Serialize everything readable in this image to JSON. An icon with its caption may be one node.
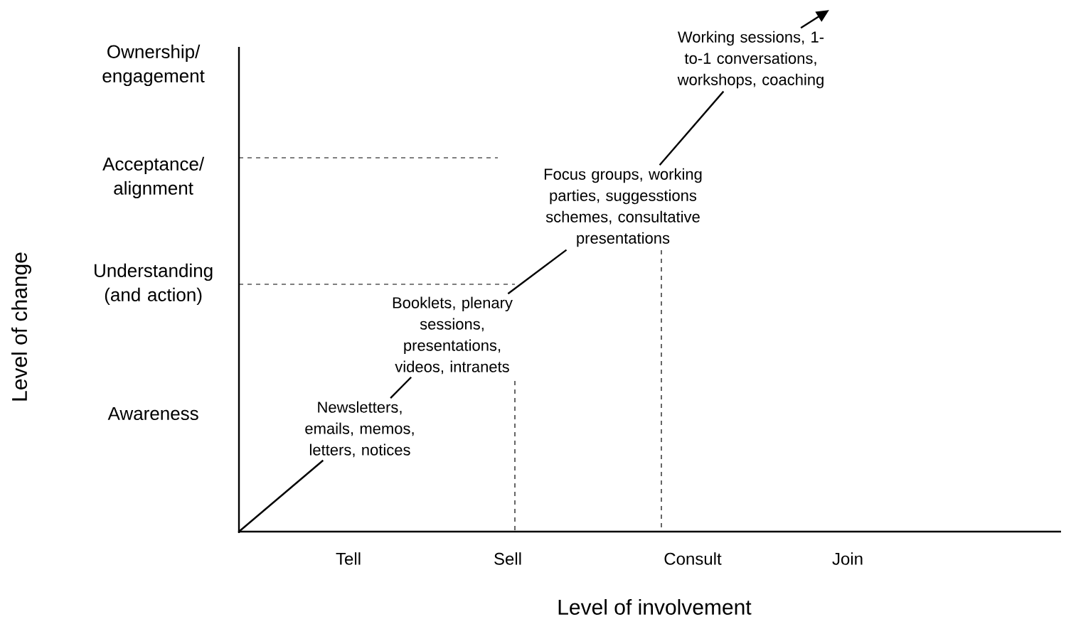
{
  "diagram": {
    "nodes": [
      {
        "text": [
          "Newsletters, emails, memos, letters, notices"
        ]
      },
      {
        "text": [
          "Booklets, plenary sessions, presentations, videos, intranets"
        ]
      },
      {
        "text": [
          "Focus groups, working parties, suggesstions schemes, consultative presentations"
        ]
      },
      {
        "text": [
          "Working sessions, 1-to-1 conversations, workshops, coaching"
        ]
      }
    ],
    "edges": [
      {
        "from": null,
        "to": 0,
        "arrow": "none"
      },
      {
        "from": 0,
        "to": 1,
        "arrow": "none"
      },
      {
        "from": 1,
        "to": 2,
        "arrow": "none"
      },
      {
        "from": 2,
        "to": 3,
        "arrow": "none"
      },
      {
        "from": 3,
        "to": null,
        "arrow": "to"
      }
    ],
    "labels": [
      "Ownership/ engagement",
      "Acceptance/ alignment",
      "Understanding (and action)",
      "Awareness",
      "Level of change",
      "Tell",
      "Sell",
      "Consult",
      "Join",
      "Level of involvement"
    ]
  }
}
